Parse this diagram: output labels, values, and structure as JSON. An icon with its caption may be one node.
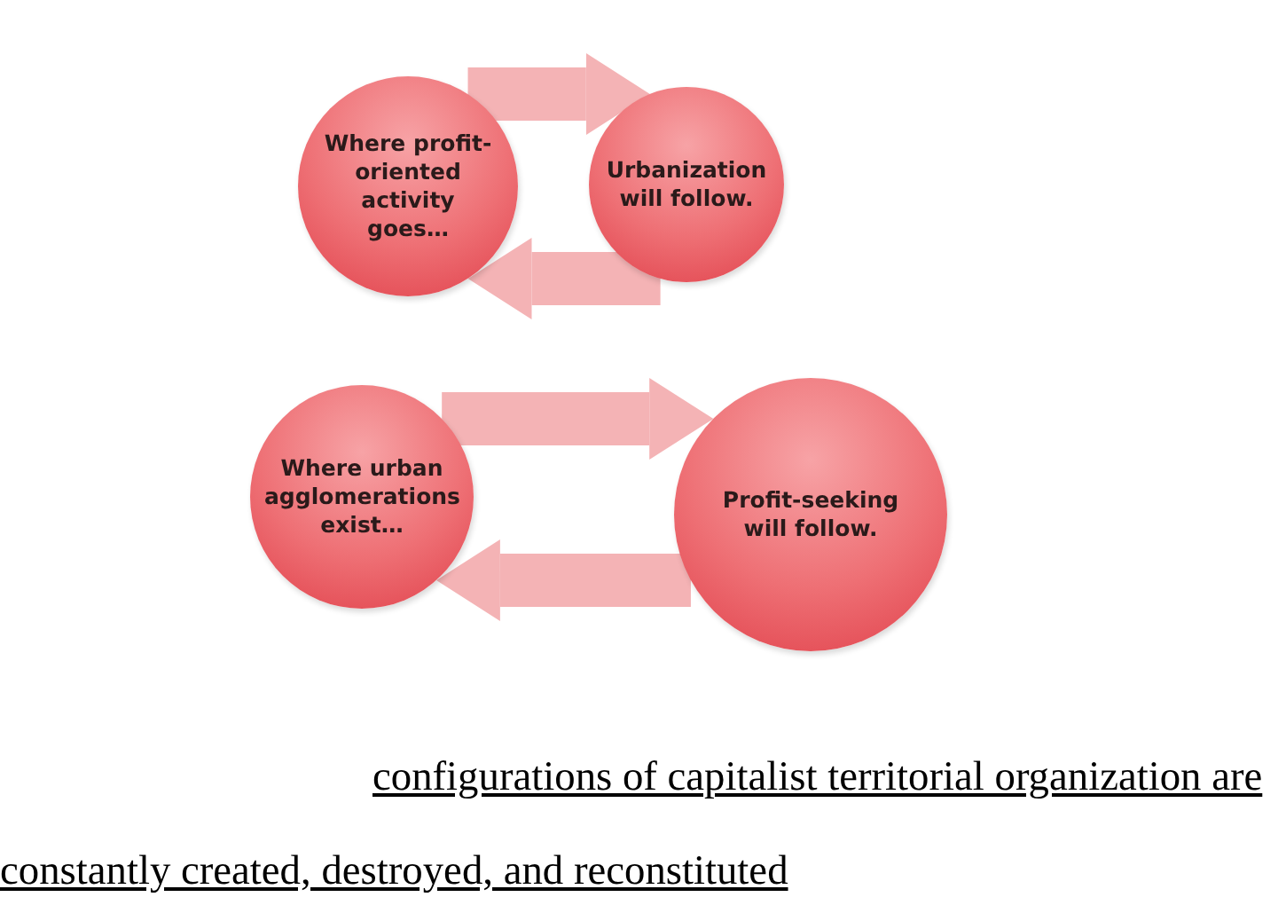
{
  "diagram": {
    "nodes": [
      {
        "text": [
          "Where profit-oriented activity goes…"
        ]
      },
      {
        "text": [
          "Urbanization will follow."
        ]
      },
      {
        "text": [
          "Where urban agglomerations exist…"
        ]
      },
      {
        "text": [
          "Profit-seeking will follow."
        ]
      }
    ],
    "edges": [
      {
        "from": 0,
        "to": 1,
        "arrow": "to"
      },
      {
        "from": 1,
        "to": 0,
        "arrow": "to"
      },
      {
        "from": 2,
        "to": 3,
        "arrow": "to"
      },
      {
        "from": 3,
        "to": 2,
        "arrow": "to"
      }
    ],
    "labels": [
      "configurations of capitalist territorial organization are constantly created, destroyed, and reconstituted"
    ]
  }
}
